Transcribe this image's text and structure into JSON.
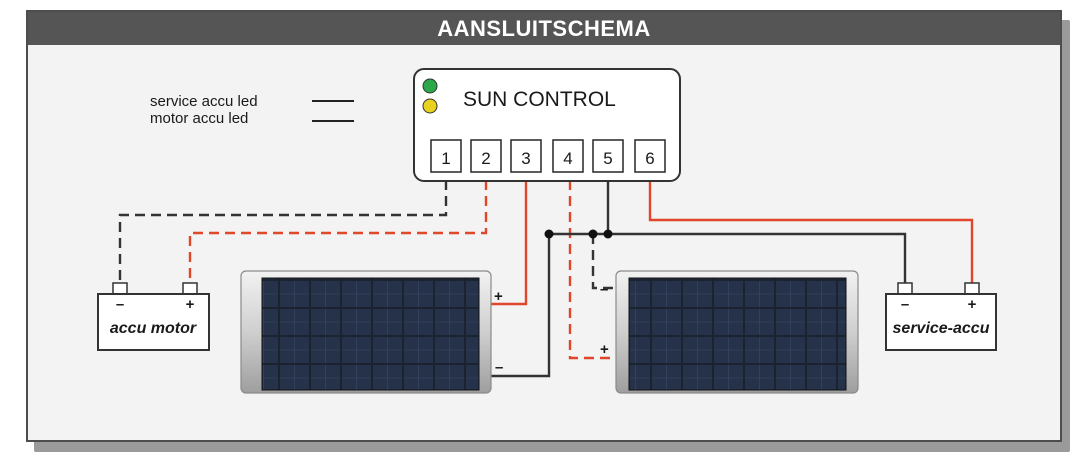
{
  "title": "AANSLUITSCHEMA",
  "legend": [
    {
      "label": "service accu led"
    },
    {
      "label": "motor accu led"
    }
  ],
  "controller": {
    "name": "SUN CONTROL",
    "leds": [
      {
        "color": "#2aa84a"
      },
      {
        "color": "#e8d21e"
      }
    ],
    "terminals": [
      "1",
      "2",
      "3",
      "4",
      "5",
      "6"
    ]
  },
  "batteries": {
    "motor": {
      "label": "accu motor",
      "minus": "–",
      "plus": "+"
    },
    "service": {
      "label": "service-accu",
      "minus": "–",
      "plus": "+"
    }
  },
  "panels": {
    "left": {
      "plus": "+",
      "minus": "–"
    },
    "right": {
      "plus": "+",
      "minus": "–"
    }
  },
  "colors": {
    "positive_wire": "#e0472a",
    "negative_wire": "#333333",
    "header": "#555555"
  }
}
